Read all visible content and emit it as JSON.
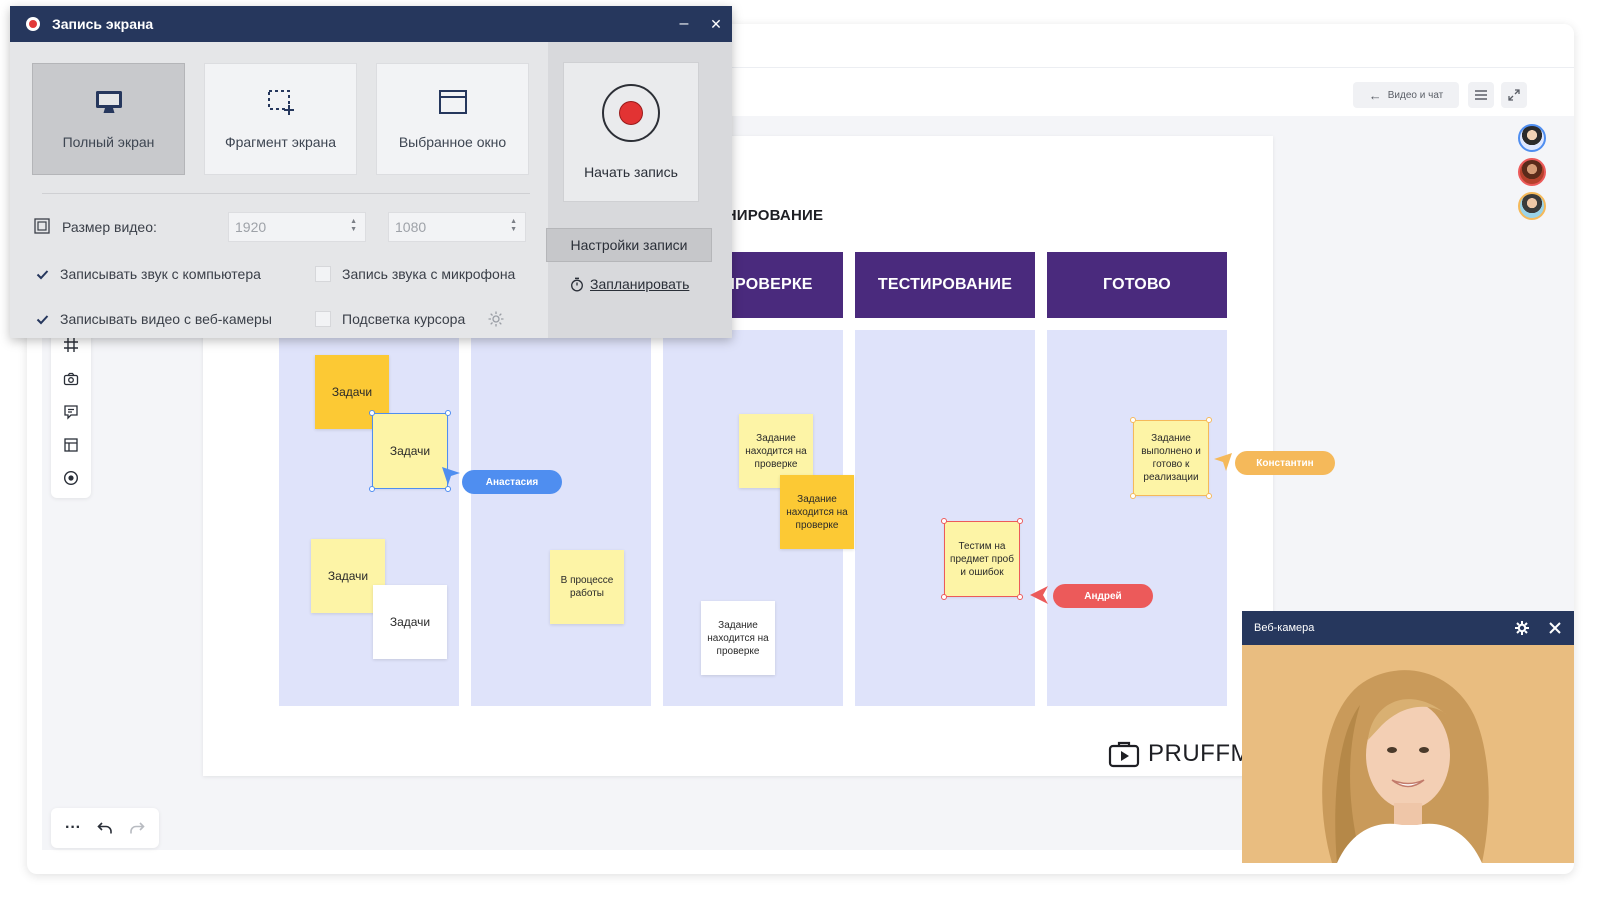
{
  "recorder": {
    "title": "Запись экрана",
    "minimize_glyph": "–",
    "close_glyph": "✕",
    "modes": [
      "Полный экран",
      "Фрагмент экрана",
      "Выбранное окно"
    ],
    "start_label": "Начать запись",
    "settings_label": "Настройки записи",
    "schedule_label": "Запланировать",
    "video_size_label": "Размер видео:",
    "width_value": "1920",
    "height_value": "1080",
    "options": {
      "computer_audio": "Записывать звук с компьютера",
      "mic_audio": "Запись звука с микрофона",
      "webcam_video": "Записывать видео с веб-камеры",
      "cursor_highlight": "Подсветка курсора"
    },
    "checked": {
      "computer_audio": true,
      "mic_audio": false,
      "webcam_video": true,
      "cursor_highlight": false
    },
    "accent_color": "#e23333",
    "titlebar_color": "#26375d"
  },
  "board": {
    "title": "ЛАНИРОВАНИЕ",
    "columns": [
      "",
      "",
      "ПРОВЕРКЕ",
      "ТЕСТИРОВАНИЕ",
      "ГОТОВО"
    ],
    "header_color": "#4a2a7d",
    "column_color": "#dfe3fa",
    "notes": {
      "n1": "Задачи",
      "n2": "Задачи",
      "n3": "Задачи",
      "n4": "Задачи",
      "n5": "В процессе работы",
      "n6": "Задание находится на проверке",
      "n7": "Задание находится на проверке",
      "n8": "Задание находится на проверке",
      "n9": "Тестим на предмет проб и ошибок",
      "n10": "Задание выполнено и готово к реализации"
    },
    "cursors": {
      "anastasia": "Анастасия",
      "andrey": "Андрей",
      "konstantin": "Константин"
    },
    "cursor_colors": {
      "anastasia": "#4f8ef0",
      "andrey": "#ec5a5a",
      "konstantin": "#f5b95a"
    }
  },
  "app": {
    "video_chat_label": "Видео и чат",
    "logo_text": "PRUFFME",
    "bottom_more_glyph": "···"
  },
  "webcam": {
    "title": "Веб-камера"
  }
}
